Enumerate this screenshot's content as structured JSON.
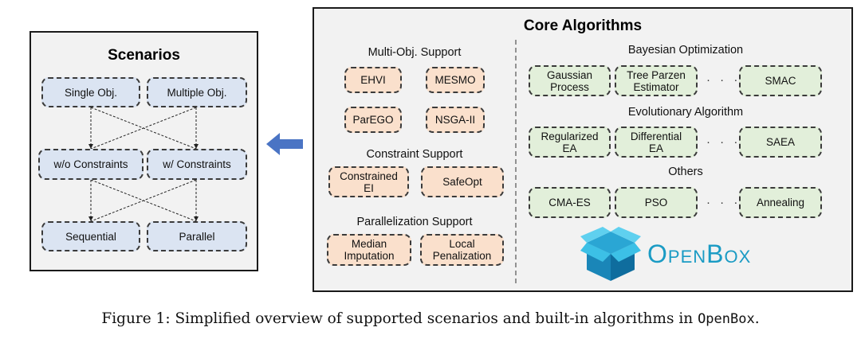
{
  "scenarios": {
    "title": "Scenarios",
    "objective": [
      "Single Obj.",
      "Multiple Obj."
    ],
    "constraints": [
      "w/o Constraints",
      "w/ Constraints"
    ],
    "execution": [
      "Sequential",
      "Parallel"
    ]
  },
  "core": {
    "title": "Core Algorithms",
    "multi_obj": {
      "heading": "Multi-Obj. Support",
      "items": [
        "EHVI",
        "MESMO",
        "ParEGO",
        "NSGA-II"
      ]
    },
    "constraint": {
      "heading": "Constraint Support",
      "items": [
        "Constrained\nEI",
        "SafeOpt"
      ]
    },
    "parallel": {
      "heading": "Parallelization Support",
      "items": [
        "Median\nImputation",
        "Local\nPenalization"
      ]
    },
    "bayesian": {
      "heading": "Bayesian Optimization",
      "items": [
        "Gaussian\nProcess",
        "Tree Parzen\nEstimator",
        "SMAC"
      ]
    },
    "evolutionary": {
      "heading": "Evolutionary Algorithm",
      "items": [
        "Regularized\nEA",
        "Differential\nEA",
        "SAEA"
      ]
    },
    "others": {
      "heading": "Others",
      "items": [
        "CMA-ES",
        "PSO",
        "Annealing"
      ]
    },
    "ellipsis": "· · ·",
    "logo_text": "OpenBox"
  },
  "caption": {
    "prefix": "Figure 1: Simplified overview of supported scenarios and built-in algorithms in ",
    "mono": "OpenBox",
    "suffix": "."
  },
  "colors": {
    "scenario_box": "#dbe4f2",
    "support_box": "#fae0cc",
    "algorithm_box": "#e2efda",
    "arrow": "#4a74c4",
    "logo": "#1a9bc4"
  }
}
